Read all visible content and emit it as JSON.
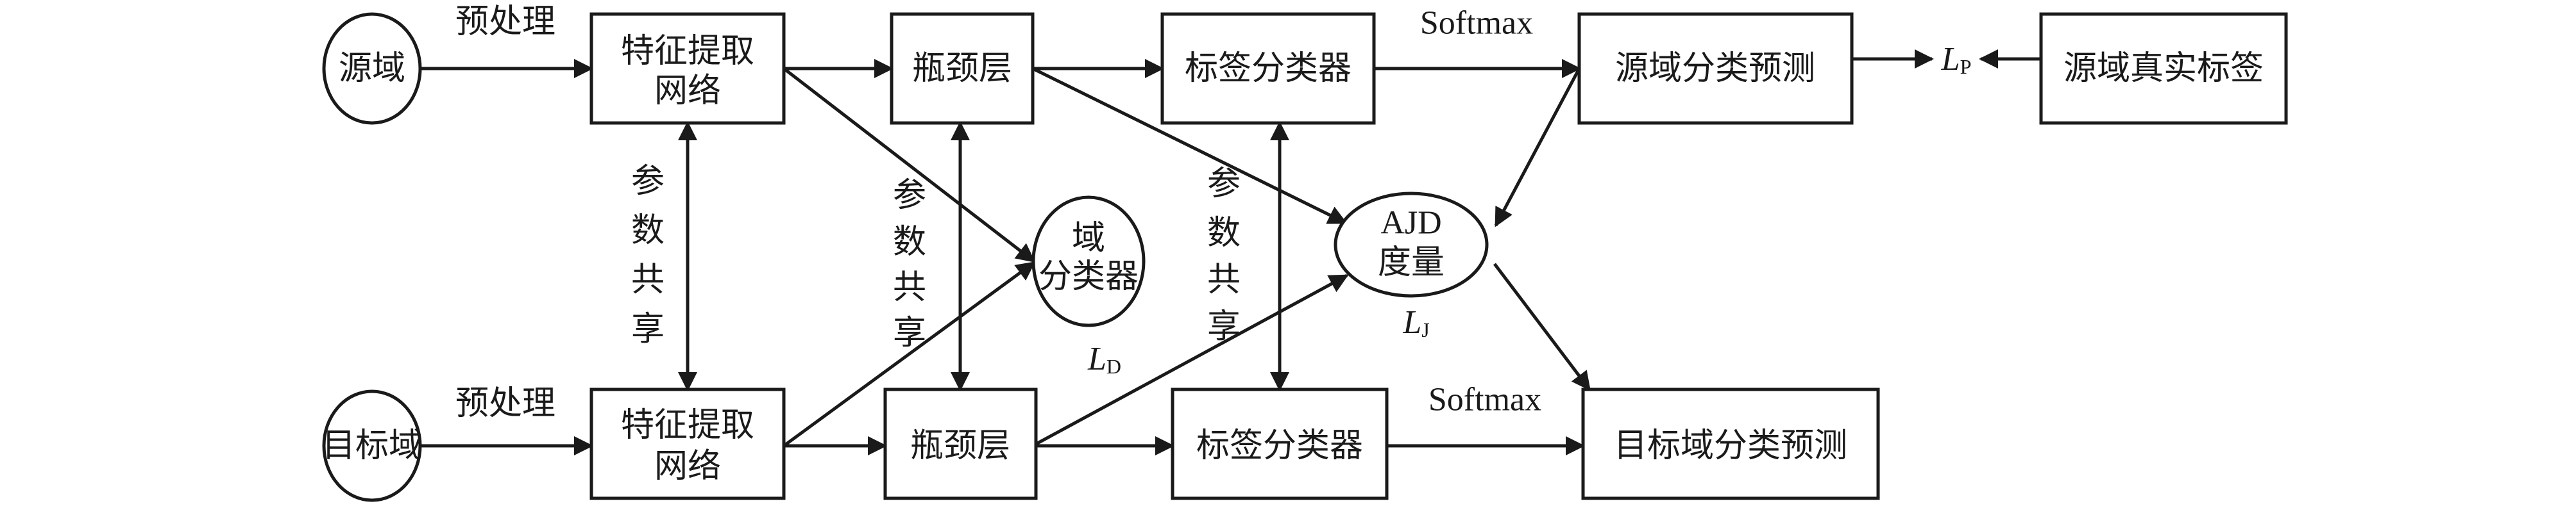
{
  "nodes": {
    "source_domain": "源域",
    "target_domain": "目标域",
    "feature_net_src": [
      "特征提取",
      "网络"
    ],
    "feature_net_tgt": [
      "特征提取",
      "网络"
    ],
    "bottleneck_src": "瓶颈层",
    "bottleneck_tgt": "瓶颈层",
    "classifier_src": "标签分类器",
    "classifier_tgt": "标签分类器",
    "pred_src": "源域分类预测",
    "pred_tgt": "目标域分类预测",
    "true_labels_src": "源域真实标签",
    "domain_classifier": [
      "域",
      "分类器"
    ],
    "ajd_metric": [
      "AJD",
      "度量"
    ]
  },
  "labels": {
    "preprocess_top": "预处理",
    "preprocess_bottom": "预处理",
    "softmax_top": "Softmax",
    "softmax_bottom": "Softmax",
    "param_share": [
      "参",
      "数",
      "共",
      "享"
    ],
    "loss_p": {
      "base": "L",
      "sub": "P"
    },
    "loss_d": {
      "base": "L",
      "sub": "D"
    },
    "loss_j": {
      "base": "L",
      "sub": "J"
    }
  },
  "style": {
    "stroke": "#1a1a1a",
    "fill": "#ffffff"
  }
}
